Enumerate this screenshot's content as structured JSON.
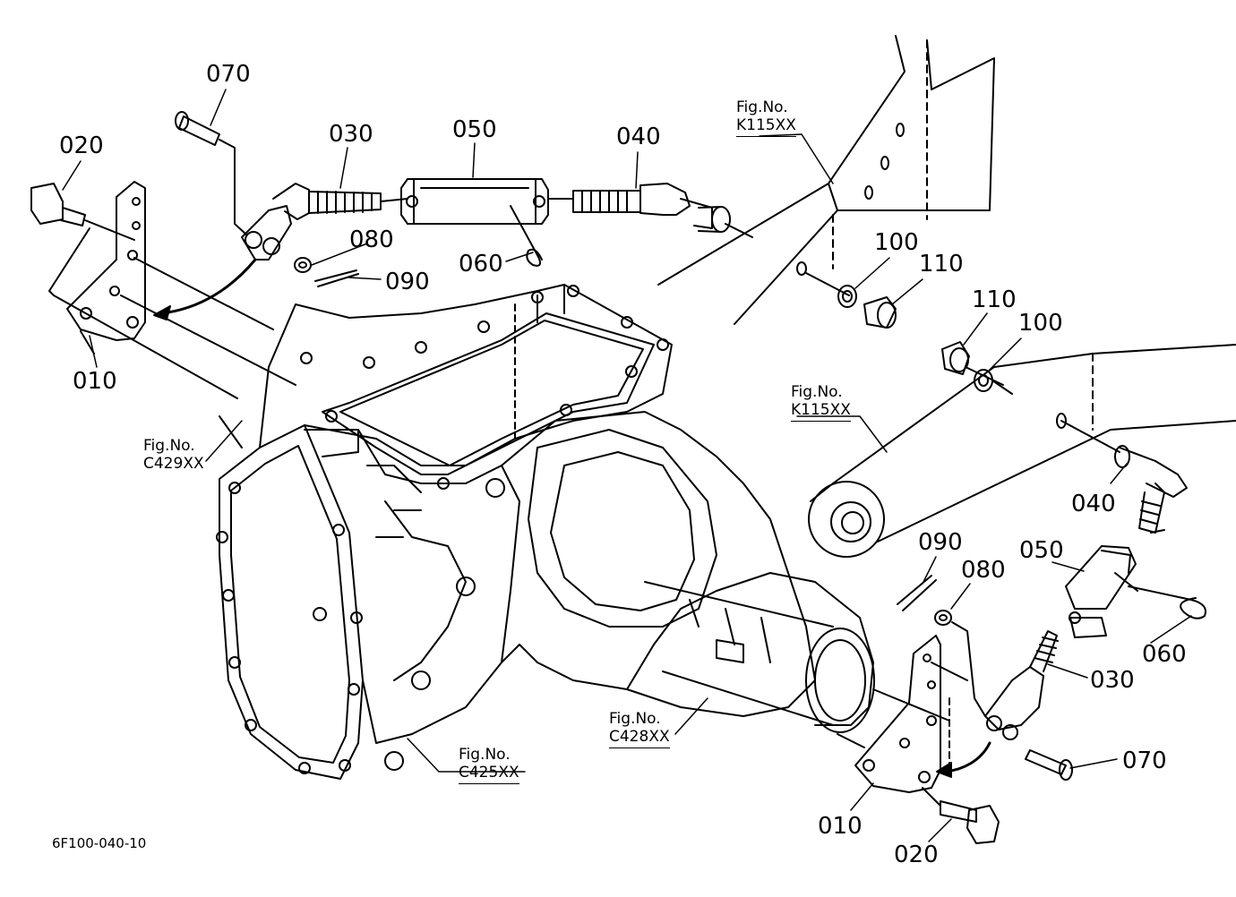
{
  "diagram_id": "6F100-040-10",
  "part_labels": {
    "p070_left": "070",
    "p020_left": "020",
    "p030_left": "030",
    "p050_left": "050",
    "p040_left": "040",
    "p080_left": "080",
    "p090_left": "090",
    "p060_left": "060",
    "p010_left": "010",
    "p100_left": "100",
    "p110_left": "110",
    "p110_right": "110",
    "p100_right": "100",
    "p040_right": "040",
    "p090_right": "090",
    "p080_right": "080",
    "p050_right": "050",
    "p060_right": "060",
    "p030_right": "030",
    "p070_right": "070",
    "p010_right": "010",
    "p020_right": "020"
  },
  "figure_refs": {
    "k115_top": {
      "prefix": "Fig.No.",
      "code": "K115XX"
    },
    "k115_mid": {
      "prefix": "Fig.No.",
      "code": "K115XX"
    },
    "c429": {
      "prefix": "Fig.No.",
      "code": "C429XX"
    },
    "c425": {
      "prefix": "Fig.No.",
      "code": "C425XX"
    },
    "c428": {
      "prefix": "Fig.No.",
      "code": "C428XX"
    }
  },
  "colors": {
    "ink": "#000000",
    "paper": "#ffffff"
  }
}
